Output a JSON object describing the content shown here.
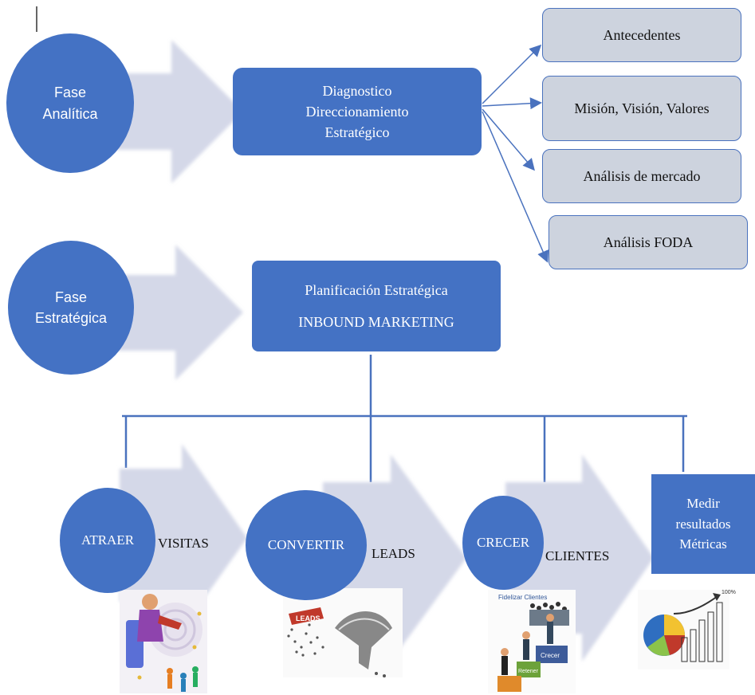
{
  "phases": {
    "analytic": "Fase Analítica",
    "strategic": "Fase Estratégica"
  },
  "diagnostic_box": [
    "Diagnostico",
    "Direccionamiento",
    "Estratégico"
  ],
  "diagnostic_items": [
    "Antecedentes",
    "Misión, Visión, Valores",
    "Análisis de mercado",
    "Análisis FODA"
  ],
  "planning_box": {
    "line1": "Planificación Estratégica",
    "line2": "INBOUND MARKETING"
  },
  "stages": [
    {
      "action": "ATRAER",
      "result": "VISITAS"
    },
    {
      "action": "CONVERTIR",
      "result": "LEADS"
    },
    {
      "action": "CRECER",
      "result": "CLIENTES"
    }
  ],
  "measure_box": [
    "Medir",
    "resultados",
    "Métricas"
  ],
  "illustrations": {
    "leads_tag": "LEADS",
    "crecer_caption": "Fidelizar Clientes",
    "step_labels": [
      "Retener",
      "Crecer"
    ],
    "chart_label": "100%"
  },
  "colors": {
    "primary": "#4472C4",
    "arrow": "#D4D8E8",
    "item_fill": "#CDD3DE",
    "connector": "#4A72BE"
  }
}
